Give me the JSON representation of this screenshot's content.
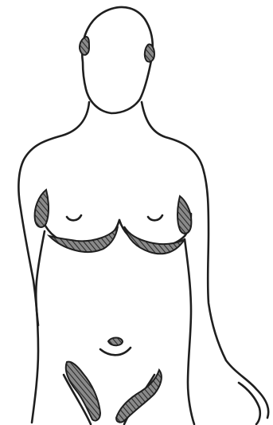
{
  "colors": {
    "paper": "#ffffff",
    "ink": "#1f1f1f",
    "shade": "#6a6a6a"
  },
  "figure": {
    "subject": "front-view-body-outline",
    "shaded_regions": [
      "ear-left",
      "ear-right",
      "underarm-left",
      "underarm-right",
      "inframammary-fold-left",
      "inframammary-fold-right",
      "navel",
      "groin-left",
      "groin-right"
    ]
  }
}
